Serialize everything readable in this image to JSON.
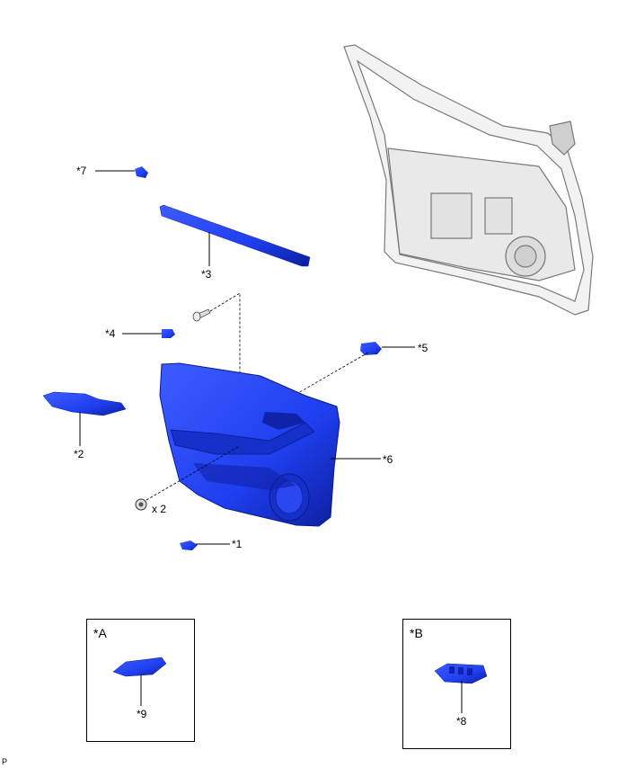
{
  "callouts": {
    "c1": "*1",
    "c2": "*2",
    "c3": "*3",
    "c4": "*4",
    "c5": "*5",
    "c6": "*6",
    "c7": "*7",
    "c8": "*8",
    "c9": "*9"
  },
  "quantity": "x 2",
  "inset_a": {
    "tag": "*A"
  },
  "inset_b": {
    "tag": "*B"
  },
  "footer_code": "P",
  "colors": {
    "part_fill": "#1f3ff0",
    "part_dark": "#0f22a8",
    "frame_stroke": "#7a7a7a",
    "frame_fill": "#f2f2f2"
  }
}
